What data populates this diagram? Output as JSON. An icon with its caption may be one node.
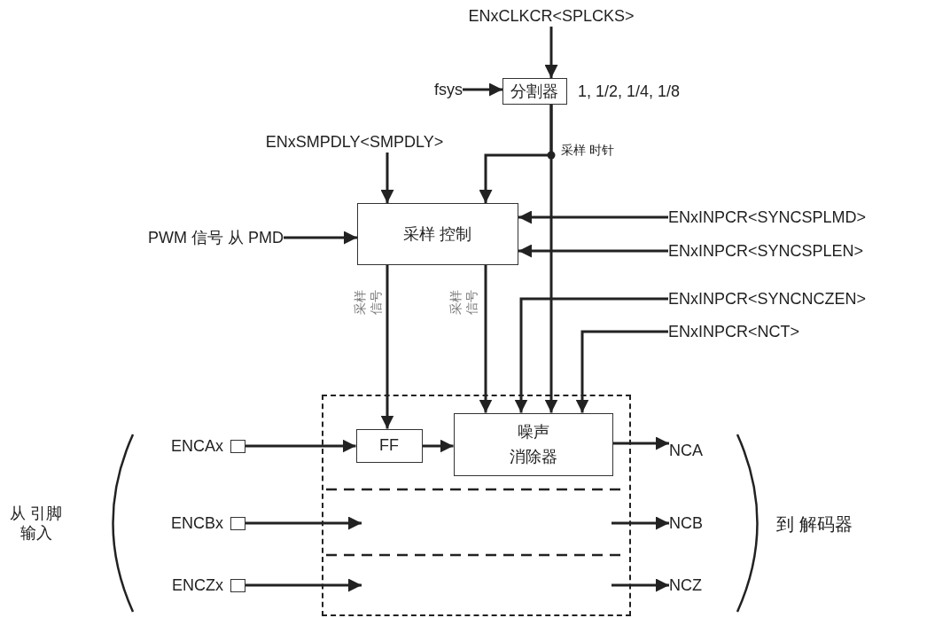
{
  "diagram": {
    "nodes": [
      {
        "text": [
          "ENxCLKCR<SPLCKS>"
        ]
      },
      {
        "text": [
          "fsys"
        ]
      },
      {
        "text": [
          "分割器"
        ],
        "beside": [
          "1, 1/2, 1/4, 1/8"
        ]
      },
      {
        "text": [
          "ENxSMPDLY<SMPDLY>"
        ]
      },
      {
        "text": [
          "采样 控制"
        ]
      },
      {
        "text": [
          "PWM 信号 从 PMD"
        ]
      },
      {
        "text": [
          "ENxINPCR<SYNCSPLMD>"
        ]
      },
      {
        "text": [
          "ENxINPCR<SYNCSPLEN>"
        ]
      },
      {
        "text": [
          "ENxINPCR<SYNCNCZEN>"
        ]
      },
      {
        "text": [
          "ENxINPCR<NCT>"
        ]
      },
      {
        "text": [],
        "shape": "box"
      },
      {
        "text": [
          "FF"
        ],
        "in": 10
      },
      {
        "text": [
          "噪声消除器"
        ],
        "in": 10
      },
      {
        "text": [],
        "shape": "box",
        "beside": [
          "ENCAx"
        ]
      },
      {
        "text": [],
        "shape": "box",
        "beside": [
          "ENCBx"
        ]
      },
      {
        "text": [],
        "shape": "box",
        "beside": [
          "ENCZx"
        ]
      },
      {
        "text": [
          "NCA"
        ]
      },
      {
        "text": [
          "NCB"
        ]
      },
      {
        "text": [
          "NCZ"
        ]
      }
    ],
    "edges": [
      {
        "from": 0,
        "to": 2,
        "arrow": "to"
      },
      {
        "from": 1,
        "to": 2,
        "arrow": "to"
      },
      {
        "from": 2,
        "to": 4,
        "arrow": "to"
      },
      {
        "from": 2,
        "to": 12,
        "arrow": "to"
      },
      {
        "from": 3,
        "to": 4,
        "arrow": "to"
      },
      {
        "from": 5,
        "to": 4,
        "arrow": "to"
      },
      {
        "from": 6,
        "to": 4,
        "arrow": "to"
      },
      {
        "from": 7,
        "to": 4,
        "arrow": "to"
      },
      {
        "from": 8,
        "to": 12,
        "arrow": "to"
      },
      {
        "from": 9,
        "to": 12,
        "arrow": "to"
      },
      {
        "from": 4,
        "to": 11,
        "arrow": "to",
        "label": "采样信号"
      },
      {
        "from": 4,
        "to": 12,
        "arrow": "to",
        "label": "采样信号"
      },
      {
        "from": 13,
        "to": 11,
        "arrow": "to"
      },
      {
        "from": 11,
        "to": 12,
        "arrow": "to"
      },
      {
        "from": 12,
        "to": 16,
        "arrow": "to"
      },
      {
        "from": 14,
        "to": null,
        "arrow": "to"
      },
      {
        "from": null,
        "to": 17,
        "arrow": "to"
      },
      {
        "from": 15,
        "to": null,
        "arrow": "to"
      },
      {
        "from": null,
        "to": 18,
        "arrow": "to"
      }
    ],
    "labels": [
      "采样 时针",
      "从 引脚输入",
      "到 解码器"
    ]
  }
}
